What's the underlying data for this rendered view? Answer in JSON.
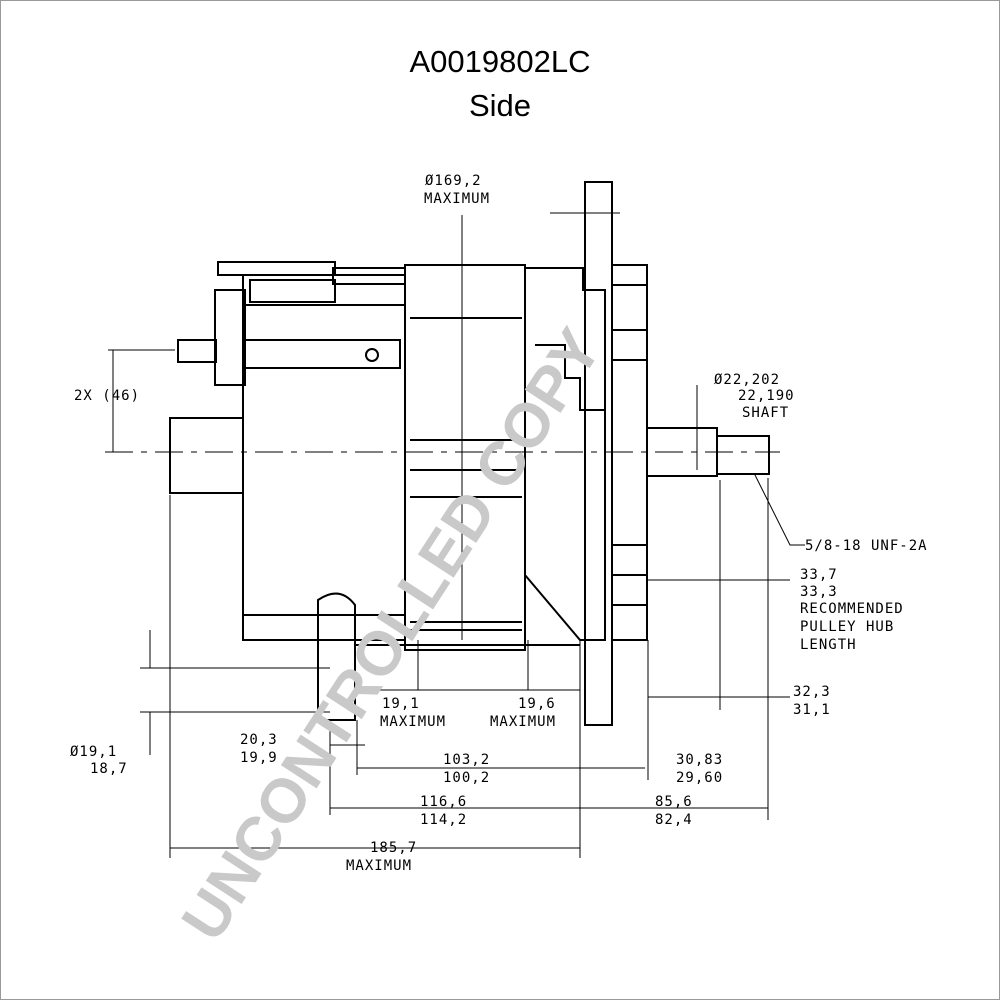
{
  "title": "A0019802LC",
  "subtitle": "Side",
  "watermark": "UNCONTROLLED COPY",
  "dimensions": {
    "diameter_max": "Ø169,2",
    "maximum": "MAXIMUM",
    "mount_spacing": "2X (46)",
    "shaft_dia_a": "Ø22,202",
    "shaft_dia_b": "22,190",
    "shaft_label": "SHAFT",
    "thread": "5/8-18 UNF-2A",
    "hub_a": "33,7",
    "hub_b": "33,3",
    "hub_note_1": "RECOMMENDED",
    "hub_note_2": "PULLEY HUB",
    "hub_note_3": "LENGTH",
    "d19_1": "19,1",
    "d19_6": "19,6",
    "d32_3": "32,3",
    "d31_1": "31,1",
    "ear_dia_a": "Ø19,1",
    "ear_dia_b": "18,7",
    "d20_3": "20,3",
    "d19_9": "19,9",
    "d103_2": "103,2",
    "d100_2": "100,2",
    "d30_83": "30,83",
    "d29_60": "29,60",
    "d116_6": "116,6",
    "d114_2": "114,2",
    "d85_6": "85,6",
    "d82_4": "82,4",
    "d185_7": "185,7"
  }
}
